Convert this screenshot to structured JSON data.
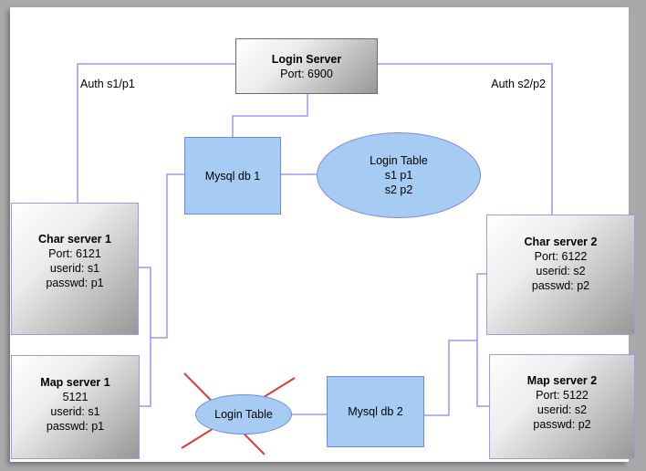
{
  "window": {
    "background": "#a9a9a9",
    "canvas_background": "#ffffff"
  },
  "labels": {
    "auth_left": "Auth s1/p1",
    "auth_right": "Auth s2/p2"
  },
  "nodes": {
    "login_server": {
      "title": "Login Server",
      "port": "Port: 6900"
    },
    "mysql_db_1": {
      "label": "Mysql db 1"
    },
    "login_table_main": {
      "title": "Login Table",
      "row1": "s1 p1",
      "row2": "s2 p2"
    },
    "char_server_1": {
      "title": "Char server 1",
      "port": "Port: 6121",
      "userid": "userid: s1",
      "passwd": "passwd: p1"
    },
    "map_server_1": {
      "title": "Map server 1",
      "port": "5121",
      "userid": "userid: s1",
      "passwd": "passwd: p1"
    },
    "char_server_2": {
      "title": "Char server 2",
      "port": "Port: 6122",
      "userid": "userid: s2",
      "passwd": "passwd: p2"
    },
    "map_server_2": {
      "title": "Map server 2",
      "port": "Port: 5122",
      "userid": "userid: s2",
      "passwd": "passwd: p2"
    },
    "mysql_db_2": {
      "label": "Mysql db 2"
    },
    "login_table_crossed": {
      "label": "Login Table",
      "status": "crossed-out"
    }
  },
  "colors": {
    "connector": "#9a9af0",
    "node_border_purple": "#9a9aee",
    "login_server_border": "#686880",
    "blue_fill": "#a6ccf4",
    "blue_border": "#6c8ce0",
    "ellipse_border": "#8585ea",
    "cross_out": "#e03a3a"
  }
}
